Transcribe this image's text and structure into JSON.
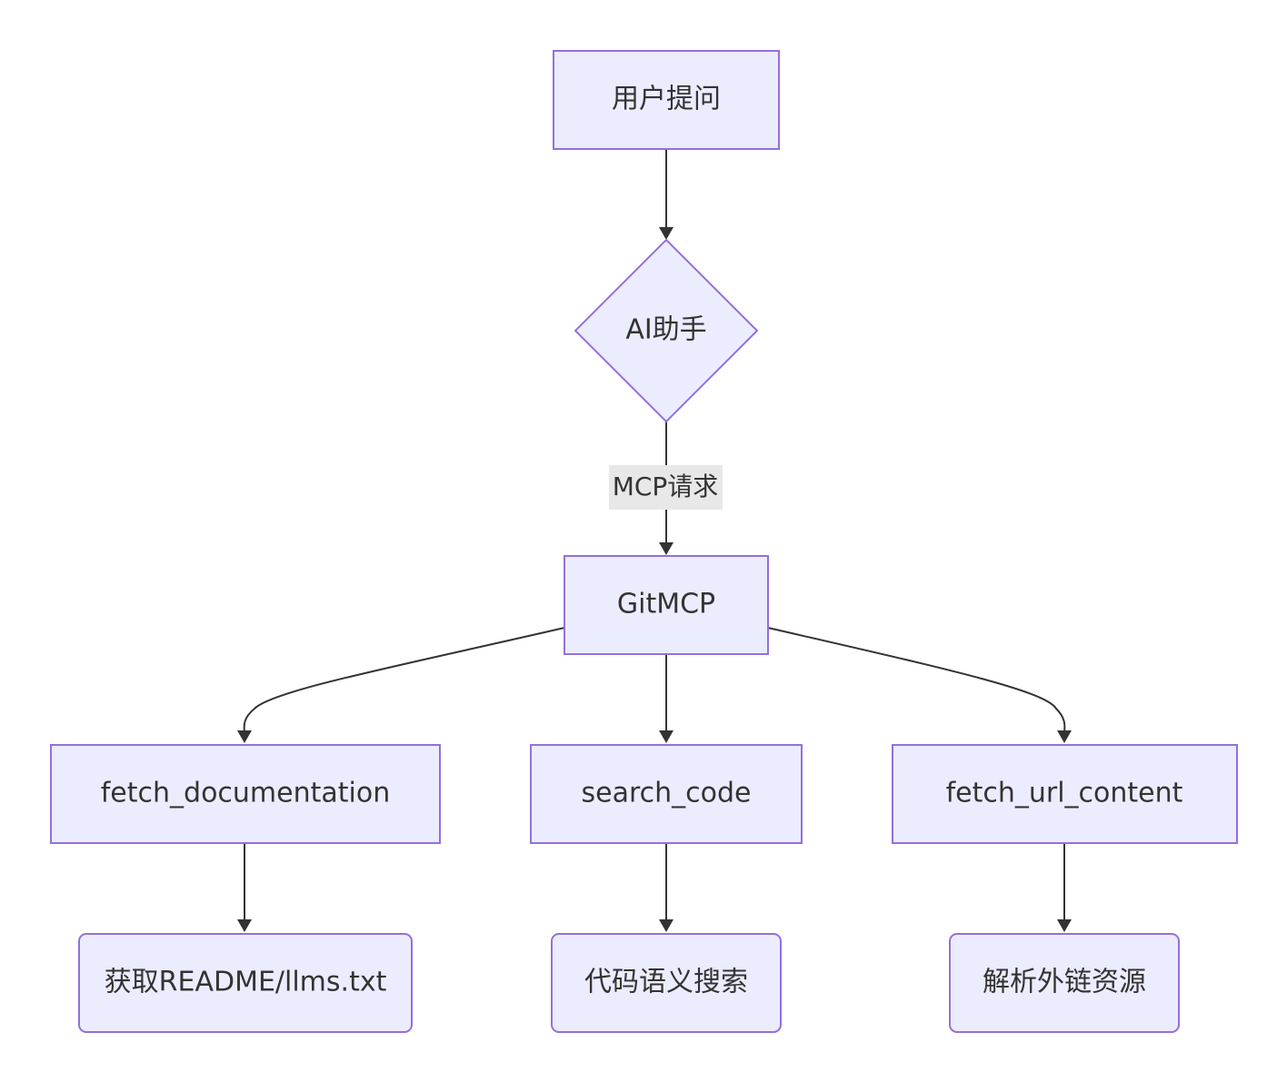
{
  "nodes": {
    "user_question": "用户提问",
    "ai_assistant": "AI助手",
    "gitmcp": "GitMCP",
    "fetch_documentation": "fetch_documentation",
    "search_code": "search_code",
    "fetch_url_content": "fetch_url_content",
    "fetch_readme": "获取README/llms.txt",
    "semantic_search": "代码语义搜索",
    "parse_links": "解析外链资源"
  },
  "edges": {
    "mcp_request_label": "MCP请求"
  },
  "colors": {
    "node_fill": "#ECECFF",
    "node_stroke": "#9370DB",
    "edge": "#333333",
    "edge_label_bg": "#E8E8E8",
    "text": "#333333"
  }
}
